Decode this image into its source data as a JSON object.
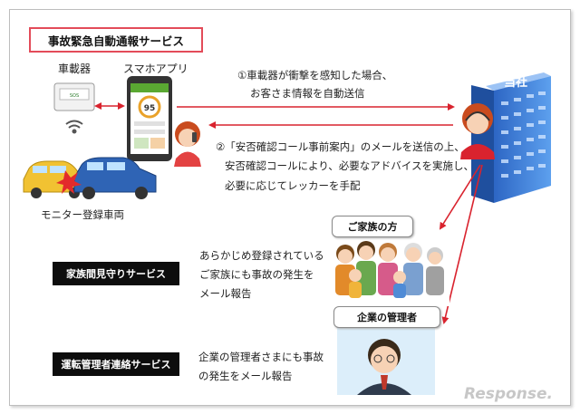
{
  "title": "事故緊急自動通報サービス",
  "labels": {
    "device": "車載器",
    "app": "スマホアプリ",
    "company": "当社",
    "vehicle": "モニター登録車両",
    "family_bubble": "ご家族の方",
    "manager_bubble": "企業の管理者"
  },
  "step1": {
    "line1": "①車載器が衝撃を感知した場合、",
    "line2": "お客さま情報を自動送信"
  },
  "step2": {
    "line1": "②「安否確認コール事前案内」のメールを送信の上、",
    "line2": "安否確認コールにより、必要なアドバイスを実施し、",
    "line3": "必要に応じてレッカーを手配"
  },
  "family_service": {
    "label": "家族間見守りサービス",
    "line1": "あらかじめ登録されている",
    "line2": "ご家族にも事故の発生を",
    "line3": "メール報告"
  },
  "manager_service": {
    "label": "運転管理者連絡サービス",
    "line1": "企業の管理者さまにも事故",
    "line2": "の発生をメール報告"
  },
  "phone": {
    "score": "95"
  },
  "colors": {
    "arrow": "#d9232e",
    "title_border": "#e34b59",
    "building": "#3a7bd5",
    "company_label": "#1f3f7a"
  }
}
